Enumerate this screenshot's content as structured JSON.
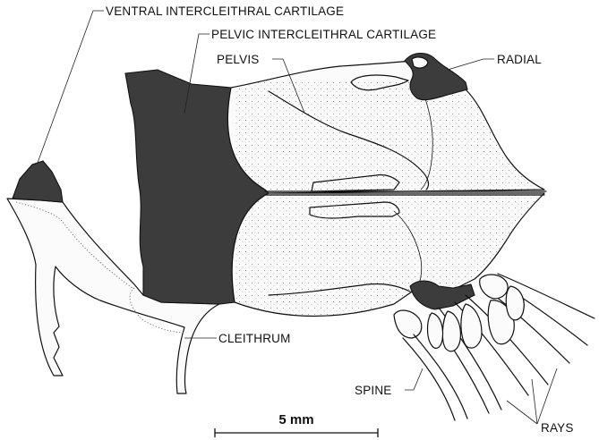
{
  "labels": {
    "ventral_intercleithral_cartilage": "VENTRAL INTERCLEITHRAL CARTILAGE",
    "pelvic_intercleithral_cartilage": "PELVIC INTERCLEITHRAL CARTILAGE",
    "pelvis": "PELVIS",
    "radial": "RADIAL",
    "cleithrum": "CLEITHRUM",
    "spine": "SPINE",
    "rays": "RAYS"
  },
  "scale_bar": {
    "label": "5 mm"
  },
  "colors": {
    "cartilage": "#3c3c3c",
    "ink": "#111111",
    "bone": "#fbfbfb",
    "background": "#ffffff"
  }
}
